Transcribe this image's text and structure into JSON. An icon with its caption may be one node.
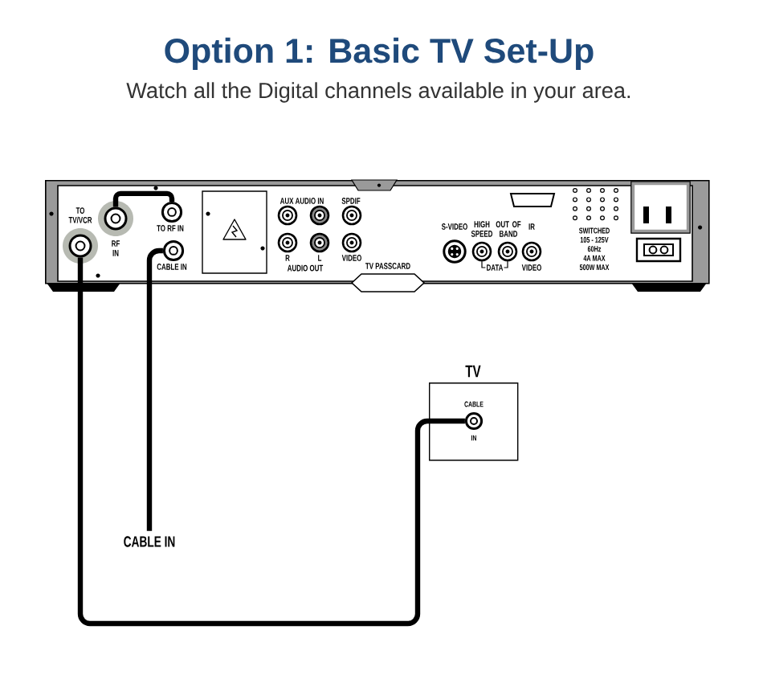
{
  "diagram": {
    "title": "Option 1: Basic TV Set-Up",
    "nodes": [
      {
        "text": [],
        "shape": "box"
      },
      {
        "text": [
          "TO TV/VCR"
        ],
        "in": 0
      },
      {
        "text": [
          "RF IN"
        ],
        "in": 0
      },
      {
        "text": [
          "TO RF IN"
        ],
        "in": 0
      },
      {
        "text": [
          "CABLE IN"
        ],
        "in": 0
      },
      {
        "text": [],
        "shape": "circle",
        "in": 0
      },
      {
        "text": [],
        "shape": "circle",
        "in": 0
      },
      {
        "text": [
          "SPDIF"
        ],
        "in": 0
      },
      {
        "text": [
          "R"
        ],
        "in": 0
      },
      {
        "text": [
          "L"
        ],
        "in": 0
      },
      {
        "text": [
          "VIDEO"
        ],
        "in": 0
      },
      {
        "text": [
          "S-VIDEO"
        ],
        "in": 0
      },
      {
        "text": [
          "HIGH SPEED"
        ],
        "in": 0
      },
      {
        "text": [
          "OUT OF BAND"
        ],
        "in": 0
      },
      {
        "text": [
          "IR",
          "VIDEO"
        ],
        "in": 0
      },
      {
        "text": [
          "TV"
        ]
      },
      {
        "text": [
          "CABLE",
          "IN"
        ],
        "in": 15
      },
      {
        "text": [
          "CABLE IN"
        ]
      }
    ],
    "edges": [
      {
        "from": 2,
        "to": 3,
        "arrow": "none"
      },
      {
        "from": 17,
        "to": 4,
        "arrow": "none"
      },
      {
        "from": 1,
        "to": 16,
        "arrow": "none"
      }
    ],
    "labels": [
      "Watch all the Digital channels available in your area.",
      "AUX AUDIO IN",
      "SWITCHED",
      "105 - 125V",
      "60Hz",
      "4A MAX",
      "500W MAX",
      "AUDIO OUT",
      "TV PASSCARD",
      "DATA"
    ]
  }
}
